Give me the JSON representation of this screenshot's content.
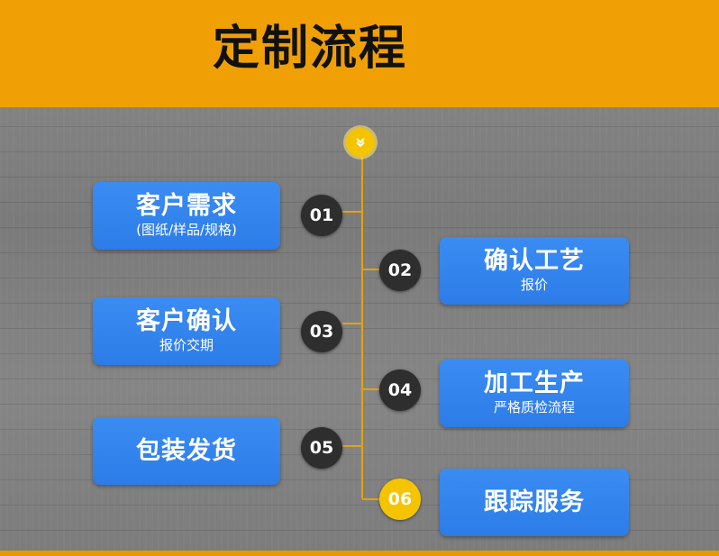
{
  "title": "定制流程",
  "colors": {
    "header_bg": "#f0a005",
    "box_bg": "#2f80ed",
    "number_bg": "#2e2e2e",
    "active_number_bg": "#f5c400",
    "line": "#e8a10c"
  },
  "top_icon": "chevron-down-icon",
  "steps": [
    {
      "num": "01",
      "title": "客户需求",
      "subtitle": "(图纸/样品/规格)"
    },
    {
      "num": "02",
      "title": "确认工艺",
      "subtitle": "报价"
    },
    {
      "num": "03",
      "title": "客户确认",
      "subtitle": "报价交期"
    },
    {
      "num": "04",
      "title": "加工生产",
      "subtitle": "严格质检流程"
    },
    {
      "num": "05",
      "title": "包装发货",
      "subtitle": ""
    },
    {
      "num": "06",
      "title": "跟踪服务",
      "subtitle": ""
    }
  ]
}
